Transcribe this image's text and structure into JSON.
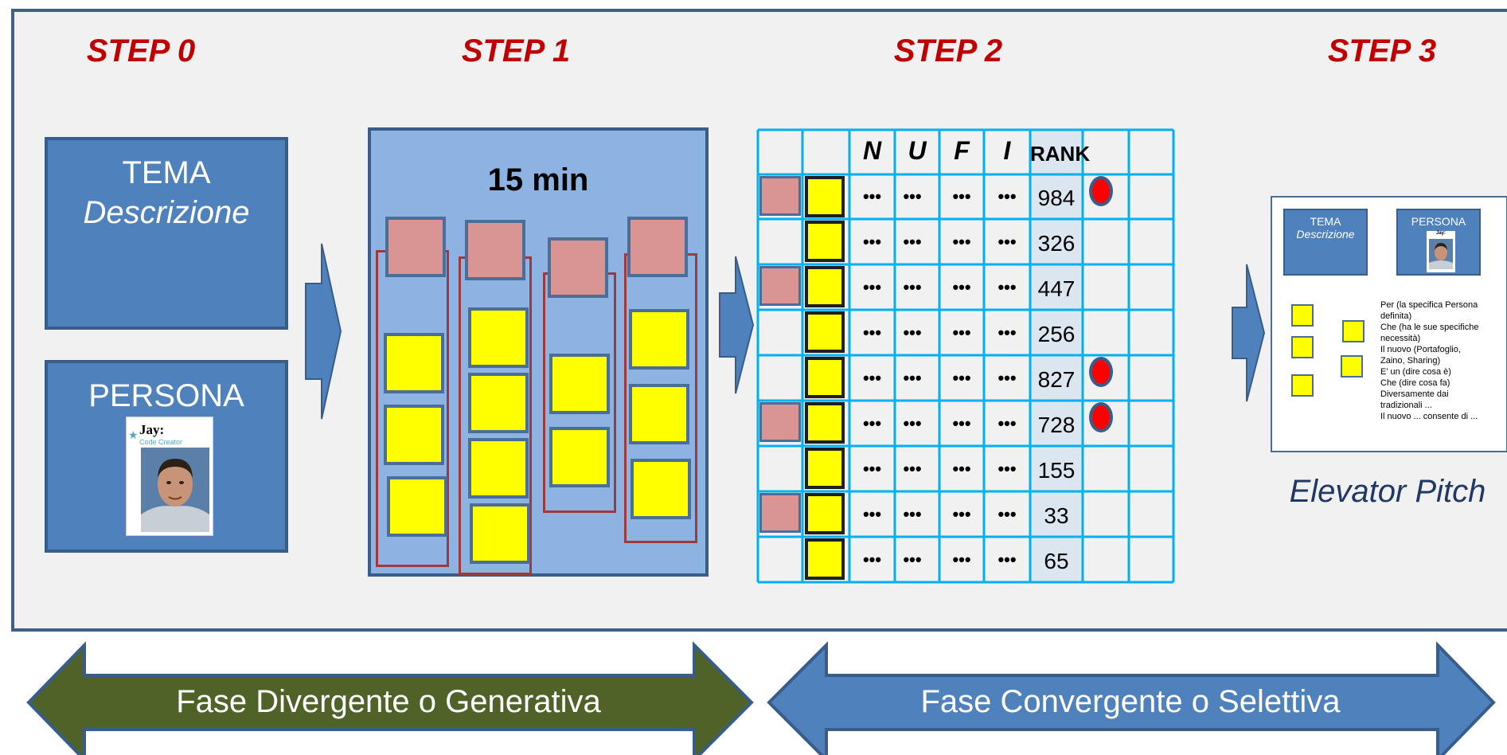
{
  "steps": [
    "STEP 0",
    "STEP 1",
    "STEP 2",
    "STEP 3"
  ],
  "step0": {
    "tema_title": "TEMA",
    "tema_subtitle": "Descrizione",
    "persona_title": "PERSONA",
    "persona_card_name": "Jay:",
    "persona_card_role": "Code Creator"
  },
  "step1": {
    "duration": "15 min"
  },
  "step2": {
    "headers": [
      "N",
      "U",
      "F",
      "I",
      "RANK"
    ],
    "ellipsis": "•••",
    "ranks": [
      "984",
      "326",
      "447",
      "256",
      "827",
      "728",
      "155",
      "33",
      "65"
    ],
    "pink_rows": [
      0,
      2,
      5,
      7
    ],
    "dot_rows": [
      0,
      4,
      5
    ]
  },
  "step3": {
    "tema_title": "TEMA",
    "tema_subtitle": "Descrizione",
    "persona_title": "PERSONA",
    "persona_card_name": "Jay:",
    "pitch_lines": [
      "Per (la specifica Persona",
      "definita)",
      "Che (ha le sue specifiche",
      "necessità)",
      "Il nuovo (Portafoglio,",
      "Zaino, Sharing)",
      "E' un (dire cosa è)",
      "Che (dire cosa fa)",
      "Diversamente dai",
      "tradizionali ...",
      "Il nuovo ... consente di ..."
    ],
    "caption": "Elevator Pitch"
  },
  "phases": {
    "divergent": "Fase Divergente o Generativa",
    "convergent": "Fase Convergente o Selettiva"
  },
  "colors": {
    "frame_border": "#3f6189",
    "frame_bg": "#f1f1f1",
    "step_red": "#c00000",
    "box_blue": "#4f81bd",
    "step1_blue": "#8db3e2",
    "pink": "#d99594",
    "yellow": "#ffff00",
    "grid_line": "#00b0f0",
    "divergent_green": "#4f6228",
    "convergent_blue": "#4f81bd",
    "dot_red": "#ff0000"
  }
}
